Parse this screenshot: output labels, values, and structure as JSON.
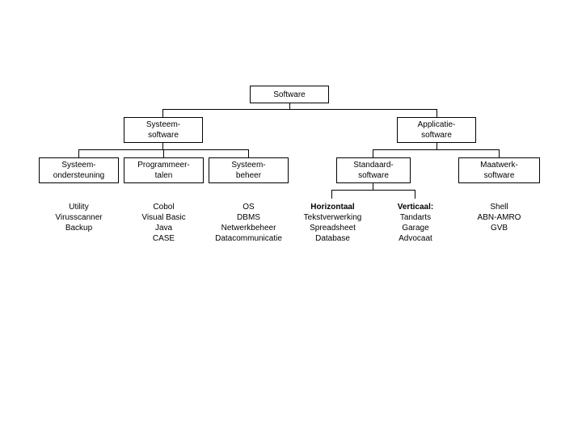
{
  "diagram": {
    "root": "Software",
    "level1": {
      "systeem": "Systeem-\nsoftware",
      "applicatie": "Applicatie-\nsoftware"
    },
    "level2": {
      "ondersteuning": "Systeem-\nondersteuning",
      "programmeertalen": "Programmeer-\ntalen",
      "beheer": "Systeem-\nbeheer",
      "standaard": "Standaard-\nsoftware",
      "maatwerk": "Maatwerk-\nsoftware"
    },
    "examples": {
      "ondersteuning": [
        "Utility",
        "Virusscanner",
        "Backup"
      ],
      "programmeertalen": [
        "Cobol",
        "Visual Basic",
        "Java",
        "CASE"
      ],
      "beheer": [
        "OS",
        "DBMS",
        "Netwerkbeheer",
        "Datacommunicatie"
      ],
      "horizontaal": {
        "header": "Horizontaal",
        "items": [
          "Tekstverwerking",
          "Spreadsheet",
          "Database"
        ]
      },
      "verticaal": {
        "header": "Verticaal:",
        "items": [
          "Tandarts",
          "Garage",
          "Advocaat"
        ]
      },
      "maatwerk": [
        "Shell",
        "ABN-AMRO",
        "GVB"
      ]
    }
  }
}
